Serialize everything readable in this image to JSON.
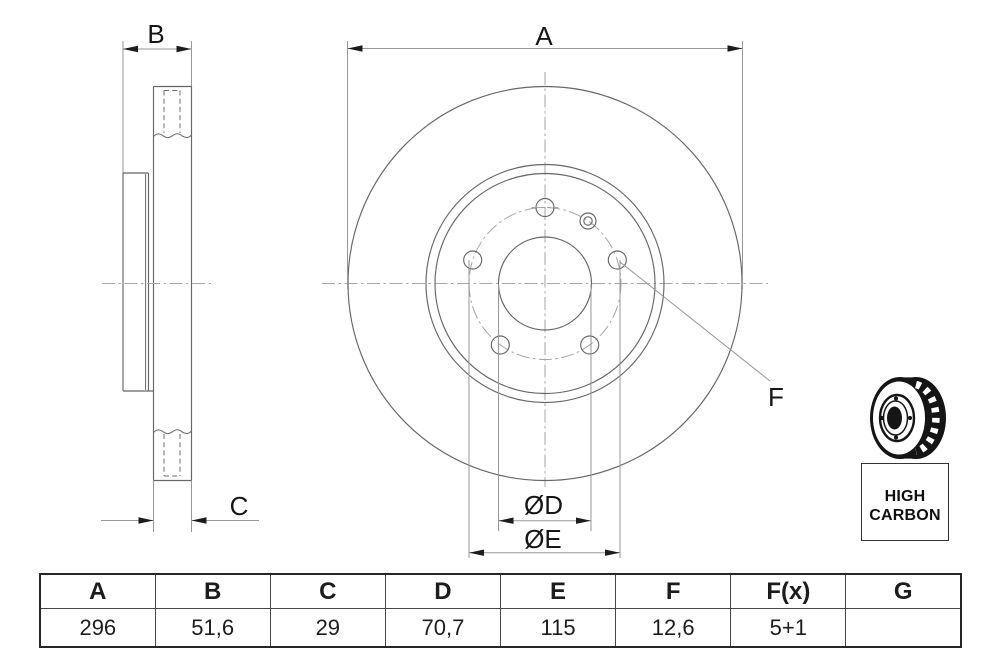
{
  "drawing": {
    "dim_labels": {
      "A": "A",
      "B": "B",
      "C": "C",
      "D": "ØD",
      "E": "ØE",
      "F": "F"
    }
  },
  "badge": {
    "line1": "HIGH",
    "line2": "CARBON"
  },
  "spec_table": {
    "headers": [
      "A",
      "B",
      "C",
      "D",
      "E",
      "F",
      "F(x)",
      "G"
    ],
    "values": [
      "296",
      "51,6",
      "29",
      "70,7",
      "115",
      "12,6",
      "5+1",
      ""
    ]
  },
  "colors": {
    "object_line": "#666666",
    "hidden_line": "#6e6e6e",
    "center_line": "#a6a6a6",
    "dimension_line": "#979797",
    "arrow": "#1c1c1c",
    "text": "#161616",
    "table_border": "#262626"
  }
}
